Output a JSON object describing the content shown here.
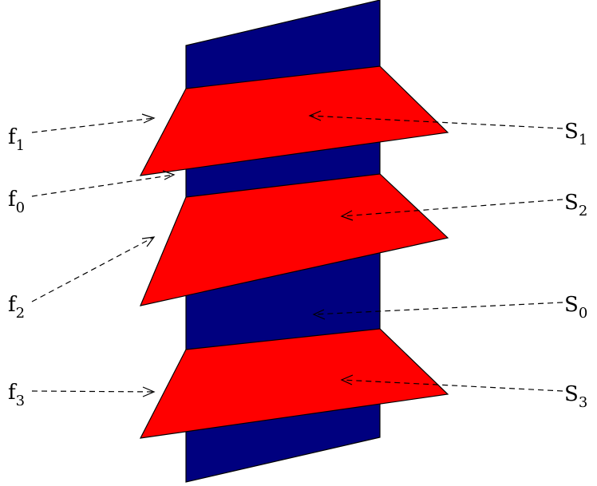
{
  "colors": {
    "strip": "#00007f",
    "sheet": "#ff0000",
    "outline": "#000000",
    "background": "#ffffff"
  },
  "strip": {
    "label_base": "S",
    "label_sub": "0"
  },
  "sheets": [
    {
      "id": "s1",
      "label_base": "S",
      "label_sub": "1",
      "face_base": "f",
      "face_sub": "1"
    },
    {
      "id": "s2",
      "label_base": "S",
      "label_sub": "2",
      "face_base": "f",
      "face_sub": "2"
    },
    {
      "id": "s3",
      "label_base": "S",
      "label_sub": "3",
      "face_base": "f",
      "face_sub": "3"
    }
  ],
  "strip_face": {
    "label_base": "f",
    "label_sub": "0"
  }
}
